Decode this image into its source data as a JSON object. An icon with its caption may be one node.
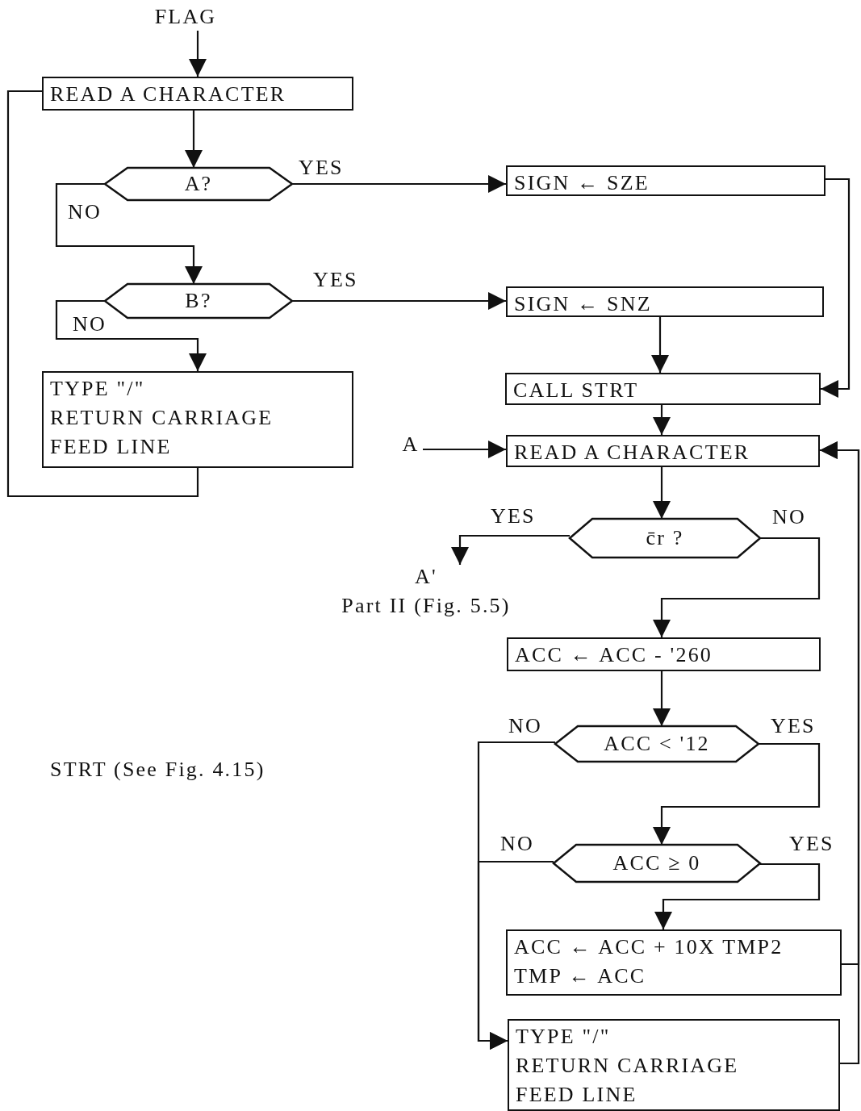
{
  "diagram": {
    "nodes": [
      {
        "text": [
          "FLAG"
        ]
      },
      {
        "text": [
          "READ A CHARACTER"
        ]
      },
      {
        "text": [
          "A?"
        ]
      },
      {
        "text": [
          "B?"
        ]
      },
      {
        "text": [
          "TYPE \"/\"",
          "RETURN CARRIAGE",
          "FEED LINE"
        ]
      },
      {
        "text": [
          "SIGN ← SZE"
        ]
      },
      {
        "text": [
          "SIGN ← SNZ"
        ]
      },
      {
        "text": [
          "CALL STRT"
        ]
      },
      {
        "text": [
          "A"
        ]
      },
      {
        "text": [
          "READ A CHARACTER"
        ]
      },
      {
        "text": [
          "c̄r ?"
        ]
      },
      {
        "text": [
          "A'"
        ],
        "beside": [
          "Part II (Fig. 5.5)"
        ]
      },
      {
        "text": [
          "ACC ← ACC - '260"
        ]
      },
      {
        "text": [
          "ACC < '12"
        ]
      },
      {
        "text": [
          "ACC ≥ 0"
        ]
      },
      {
        "text": [
          "ACC ← ACC + 10X TMP2",
          "TMP ← ACC"
        ]
      },
      {
        "text": [
          "TYPE \"/\"",
          "RETURN CARRIAGE",
          "FEED LINE"
        ]
      }
    ],
    "edges": [
      {
        "from": 0,
        "to": 1,
        "arrow": "to"
      },
      {
        "from": 1,
        "to": 2,
        "arrow": "to"
      },
      {
        "from": 2,
        "to": 5,
        "arrow": "to",
        "label": "YES"
      },
      {
        "from": 2,
        "to": 3,
        "arrow": "to",
        "label": "NO"
      },
      {
        "from": 3,
        "to": 6,
        "arrow": "to",
        "label": "YES"
      },
      {
        "from": 3,
        "to": 4,
        "arrow": "to",
        "label": "NO"
      },
      {
        "from": 4,
        "to": 1,
        "arrow": "none"
      },
      {
        "from": 5,
        "to": 7,
        "arrow": "to"
      },
      {
        "from": 6,
        "to": 7,
        "arrow": "to"
      },
      {
        "from": 7,
        "to": 9,
        "arrow": "to"
      },
      {
        "from": 8,
        "to": 9,
        "arrow": "to"
      },
      {
        "from": 9,
        "to": 10,
        "arrow": "to"
      },
      {
        "from": 10,
        "to": 11,
        "arrow": "to",
        "label": "YES"
      },
      {
        "from": 10,
        "to": 12,
        "arrow": "to",
        "label": "NO"
      },
      {
        "from": 12,
        "to": 13,
        "arrow": "to"
      },
      {
        "from": 13,
        "to": 14,
        "arrow": "to",
        "label": "YES"
      },
      {
        "from": 13,
        "to": 16,
        "arrow": "to",
        "label": "NO"
      },
      {
        "from": 14,
        "to": 15,
        "arrow": "to",
        "label": "YES"
      },
      {
        "from": 14,
        "to": 16,
        "arrow": "to",
        "label": "NO"
      },
      {
        "from": 15,
        "to": 9,
        "arrow": "to"
      },
      {
        "from": 16,
        "to": 9,
        "arrow": "to"
      }
    ],
    "labels": [
      "STRT (See Fig. 4.15)"
    ]
  }
}
